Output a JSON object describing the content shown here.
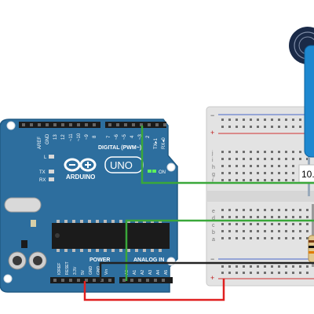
{
  "canvas": {
    "background": "#ffffff"
  },
  "arduino": {
    "board_color": "#2d6e9e",
    "digital_label": "DIGITAL (PWM~)",
    "aref": "AREF",
    "gnd": "GND",
    "pin_13": "13",
    "pin_12": "12",
    "pin_11": "~11",
    "pin_10": "~10",
    "pin_9": "~9",
    "pin_8": "8",
    "pin_7": "7",
    "pin_6": "~6",
    "pin_5": "~5",
    "pin_4": "4",
    "pin_3": "~3",
    "pin_2": "2",
    "tx1": "TX▸1",
    "rx0": "RX◂0",
    "led_l": "L",
    "led_tx": "TX",
    "led_rx": "RX",
    "brand": "ARDUINO",
    "model": "UNO",
    "on_label": "ON",
    "power_label": "POWER",
    "analog_label": "ANALOG IN",
    "ioref": "IOREF",
    "reset": "RESET",
    "v33": "3.3V",
    "v5": "5V",
    "gnd1": "GND",
    "gnd2": "GND",
    "vin": "Vin",
    "a0": "A0",
    "a1": "A1",
    "a2": "A2",
    "a3": "A3",
    "a4": "A4",
    "a5": "A5"
  },
  "breadboard": {
    "plus_sign": "+",
    "minus_sign": "−",
    "row_letters_top": [
      "j",
      "i",
      "h",
      "g",
      "f"
    ],
    "row_letters_bottom": [
      "e",
      "d",
      "c",
      "b",
      "a"
    ]
  },
  "sensor": {
    "readout": "10.",
    "color": "#1e88d0"
  },
  "wires": {
    "green": "#3aa83a",
    "red": "#e02020",
    "black": "#222222"
  }
}
